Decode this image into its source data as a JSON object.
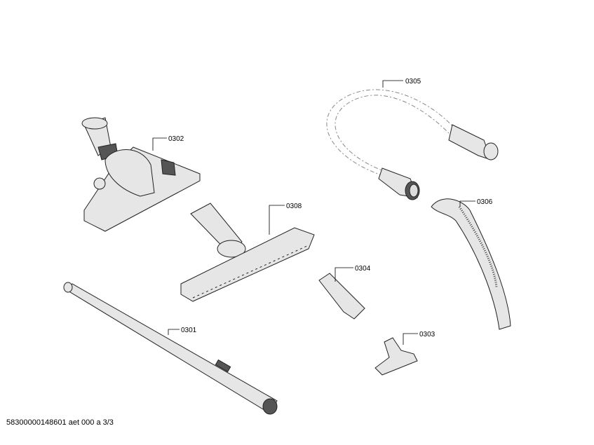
{
  "parts": [
    {
      "id": "0305",
      "name": "hose"
    },
    {
      "id": "0302",
      "name": "floor-nozzle"
    },
    {
      "id": "0308",
      "name": "parquet-nozzle"
    },
    {
      "id": "0306",
      "name": "handle"
    },
    {
      "id": "0304",
      "name": "crevice-tool"
    },
    {
      "id": "0301",
      "name": "telescopic-tube"
    },
    {
      "id": "0303",
      "name": "upholstery-nozzle"
    }
  ],
  "footer": "58300000148601 aet 000 a 3/3"
}
